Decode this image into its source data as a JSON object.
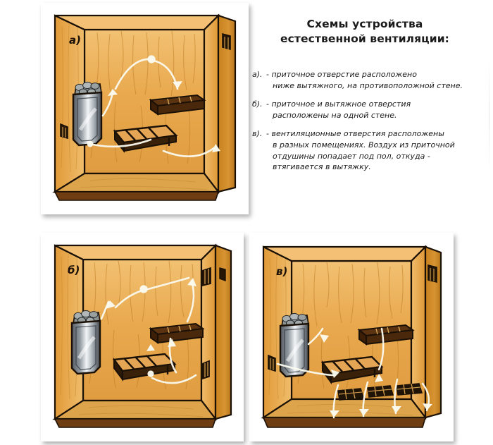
{
  "document": {
    "title": "Схемы устройства естественной вентиляции:",
    "title_lines": [
      "Схемы устройства",
      "естественной вентиляции:"
    ],
    "background_color": "#ffffff"
  },
  "notes": [
    {
      "marker": "а).",
      "dash": "-",
      "lines": [
        "приточное отверстие расположено",
        "ниже вытяжного, на противоположной стене."
      ],
      "text": "приточное отверстие расположено ниже вытяжного, на противоположной стене."
    },
    {
      "marker": "б).",
      "dash": "-",
      "lines": [
        "приточное и вытяжное отверстия",
        "расположены на одной стене."
      ],
      "text": "приточное и вытяжное отверстия расположены на одной стене."
    },
    {
      "marker": "в).",
      "dash": "-",
      "lines": [
        "вентиляционные отверстия расположены",
        "в разных помещениях. Воздух из приточной",
        "отдушины попадает под пол, откуда -",
        "втягивается в вытяжку."
      ],
      "text": "вентиляционные отверстия расположены в разных помещениях. Воздух из приточной отдушины попадает под пол, откуда - втягивается в вытяжку."
    }
  ],
  "panels": [
    {
      "id": "a",
      "label": "а)",
      "caption": "Приточное отверстие ниже вытяжного, на противоположной стене",
      "elements": [
        "sauna-stove",
        "stove-stones",
        "wall-shelf",
        "sauna-bench",
        "inlet-vent-low-left",
        "outlet-vent-high-right",
        "airflow-arrows"
      ],
      "airflow_arrow_count": 4
    },
    {
      "id": "b",
      "label": "б)",
      "caption": "Приточное и вытяжное отверстия на одной стене",
      "elements": [
        "sauna-stove",
        "stove-stones",
        "wall-shelf",
        "sauna-bench",
        "inlet-vent-low-right",
        "outlet-vent-high-right",
        "airflow-arrows"
      ],
      "airflow_arrow_count": 5
    },
    {
      "id": "c",
      "label": "в)",
      "caption": "Вентиляционные отверстия в разных помещениях, воздух идёт под пол",
      "elements": [
        "sauna-stove",
        "stove-stones",
        "wall-shelf",
        "sauna-bench",
        "inlet-vent-low-left",
        "outlet-vent-high-right",
        "floor-grates",
        "under-floor-airflow",
        "airflow-arrows"
      ],
      "floor_grate_count": 3,
      "airflow_arrow_count": 7
    }
  ],
  "palette": {
    "wall_wood": "#e9a94e",
    "wall_wood_light": "#f0c071",
    "wall_wood_dark": "#d28f35",
    "side_wall_wood": "#c8821f",
    "floor_wood": "#dda44c",
    "floor_edge_dark": "#6e3d12",
    "outline": "#1a1005",
    "stove_body_dark": "#3d4148",
    "stove_body_light": "#e8ecef",
    "stone_gray": "#9aa0a0",
    "arrow_white": "#fdfdf5",
    "frame_white": "#ffffff",
    "text_color": "#1b1b1b"
  }
}
